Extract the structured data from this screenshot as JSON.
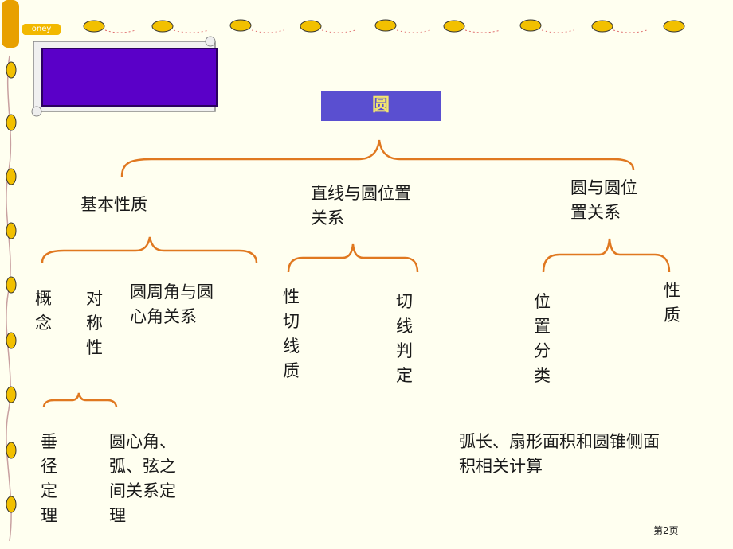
{
  "colors": {
    "bracket": "#e07820",
    "title_bg": "#5a00c8",
    "root_bg": "#5a4fd0",
    "root_text": "#f4e76e"
  },
  "logo": {
    "text": "oney"
  },
  "root": {
    "label": "圆"
  },
  "branches": {
    "basic": {
      "label": "基本性质"
    },
    "line": {
      "label": "直线与圆位置\n关系"
    },
    "circle": {
      "label": "圆与圆位\n置关系"
    }
  },
  "basic_children": {
    "concept": "概念",
    "symmetry": "对称性",
    "inscribed": "圆周角与圆\n心角关系"
  },
  "symmetry_children": {
    "perpendicular": "垂径定理",
    "relation": "圆心角、\n弧、弦之\n间关系定\n理"
  },
  "line_children": {
    "tangent_property": "性切线质",
    "tangent_test": "切线判定"
  },
  "circle_children": {
    "position": "位置分类",
    "property": "性质"
  },
  "extra": {
    "arc": "弧长、扇形面积和圆锥侧面\n积相关计算"
  },
  "footer": {
    "page": "第2页"
  }
}
